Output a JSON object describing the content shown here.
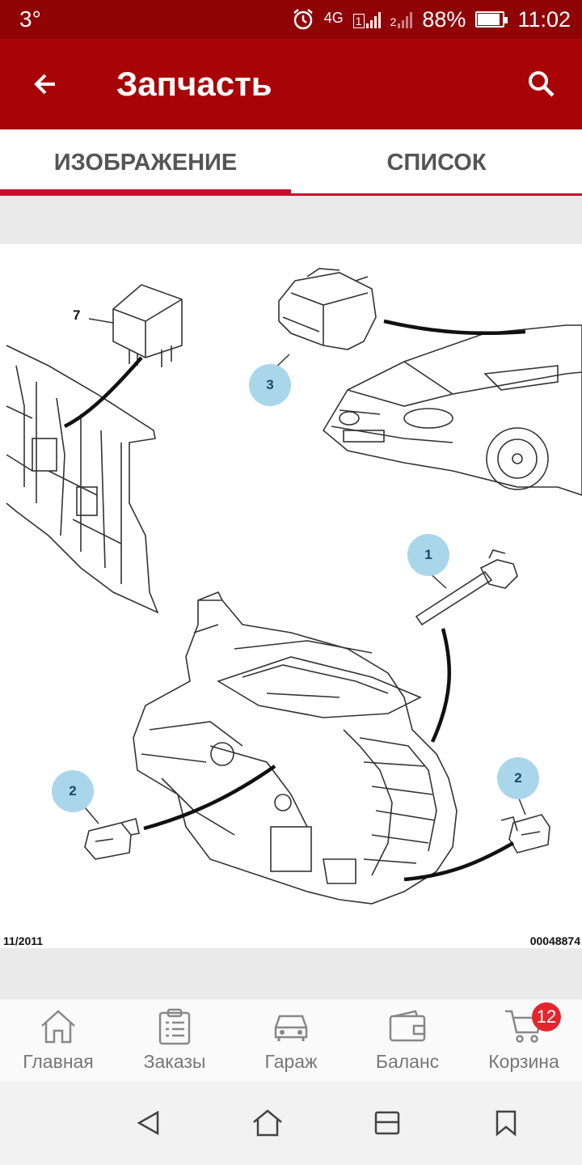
{
  "status_bar": {
    "temperature": "3°",
    "network": "4G",
    "sim1": "1",
    "sim2": "2",
    "battery_percent": "88%",
    "battery_level": 0.88,
    "time": "11:02"
  },
  "app_bar": {
    "title": "Запчасть",
    "back_icon": "arrow-left-icon",
    "search_icon": "search-icon"
  },
  "tabs": [
    {
      "label": "ИЗОБРАЖЕНИЕ",
      "active": true
    },
    {
      "label": "СПИСОК",
      "active": false
    }
  ],
  "diagram": {
    "callouts": [
      "1",
      "2",
      "2",
      "3"
    ],
    "label_7": "7",
    "footer_left": "11/2011",
    "footer_right": "00048874"
  },
  "bottom_nav": [
    {
      "label": "Главная",
      "icon": "home-icon"
    },
    {
      "label": "Заказы",
      "icon": "clipboard-icon"
    },
    {
      "label": "Гараж",
      "icon": "car-icon"
    },
    {
      "label": "Баланс",
      "icon": "wallet-icon"
    },
    {
      "label": "Корзина",
      "icon": "cart-icon",
      "badge": "12"
    }
  ],
  "colors": {
    "primary": "#a80306",
    "status": "#8f0306",
    "accent": "#c8102e",
    "callout": "#a9d6ea",
    "badge": "#e3262d"
  }
}
